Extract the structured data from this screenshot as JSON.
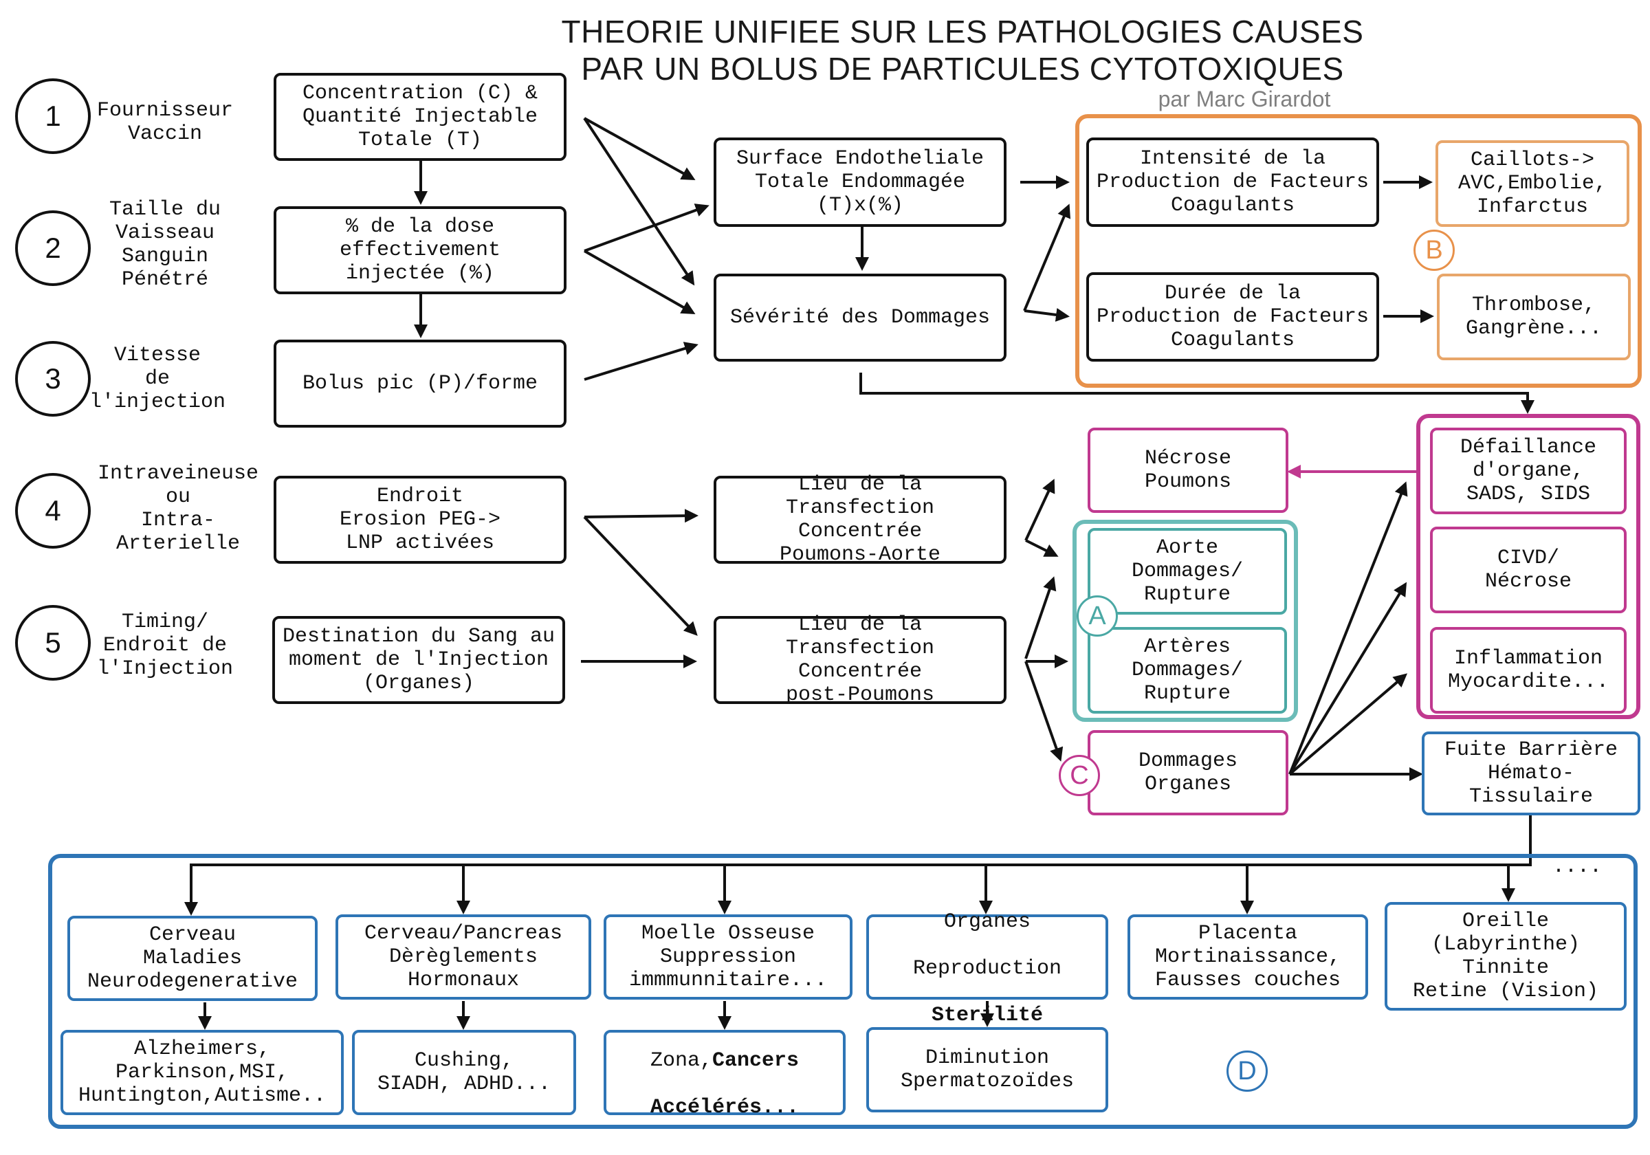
{
  "title": {
    "line1": "THEORIE UNIFIEE SUR LES PATHOLOGIES CAUSES",
    "line2": "PAR UN BOLUS  DE PARTICULES CYTOTOXIQUES",
    "author": "par Marc Girardot"
  },
  "factors": [
    {
      "number": "1",
      "label": "Fournisseur\nVaccin"
    },
    {
      "number": "2",
      "label": "Taille du\nVaisseau\nSanguin\nPénétré"
    },
    {
      "number": "3",
      "label": "Vitesse\nde\nl'injection"
    },
    {
      "number": "4",
      "label": "Intraveineuse\nou\nIntra-\nArterielle"
    },
    {
      "number": "5",
      "label": "Timing/\nEndroit de\nl'Injection"
    }
  ],
  "inputs": {
    "concentration": "Concentration (C) &\nQuantité  Injectable\nTotale (T)",
    "dose_pct": "% de la dose\neffectivement\ninjectée (%)",
    "bolus": "Bolus pic (P)/forme",
    "endroit": "Endroit\nErosion PEG->\nLNP activées",
    "destination": "Destination du Sang au\nmoment de l'Injection\n(Organes)"
  },
  "middle": {
    "surface": "Surface Endotheliale\nTotale Endommagée\n(T)x(%)",
    "severite": "Sévérité des Dommages",
    "lieu_poumons": "Lieu de la Transfection\nConcentrée\nPoumons-Aorte",
    "lieu_post": "Lieu de la Transfection\nConcentrée\npost-Poumons"
  },
  "group_b": {
    "tag": "B",
    "intensite": "Intensité de la\nProduction de Facteurs\nCoagulants",
    "duree": "Durée de la\nProduction de Facteurs\nCoagulants",
    "caillots": "Caillots->\nAVC,Embolie,\nInfarctus",
    "thrombose": "Thrombose,\nGangrène..."
  },
  "group_a": {
    "tag": "A",
    "aorte": "Aorte\nDommages/\nRupture",
    "arteres": "Artères\nDommages/\nRupture"
  },
  "group_c": {
    "tag": "C",
    "necrose_poumons": "Nécrose\nPoumons",
    "dommages_organes": "Dommages\nOrganes"
  },
  "right_column": {
    "defaillance": "Défaillance\nd'organe,\nSADS, SIDS",
    "civd": "CIVD/\nNécrose",
    "inflammation": "Inflammation\nMyocardite...",
    "fuite": "Fuite Barrière\nHémato-\nTissulaire"
  },
  "group_d": {
    "tag": "D",
    "ellipsis": "....",
    "categories": [
      {
        "top": "Cerveau\nMaladies\nNeurodegenerative",
        "bottom": "Alzheimers,\nParkinson,MSI,\nHuntington,Autisme.."
      },
      {
        "top": "Cerveau/Pancreas\nDèrèglements\nHormonaux",
        "bottom": "Cushing,\nSIADH, ADHD..."
      },
      {
        "top": "Moelle Osseuse\nSuppression\nimmmunnitaire...",
        "bottom_normal": "Zona,",
        "bottom_bold_1": "Cancers",
        "bottom_bold_2": "Accélérés..."
      },
      {
        "top_line1": "Organes",
        "top_line2": "Reproduction",
        "top_bold": "Sterilité",
        "bottom": "Diminution\nSpermatozoïdes"
      },
      {
        "top": "Placenta\nMortinaissance,\nFausses couches"
      },
      {
        "top": "Oreille\n(Labyrinthe)\nTinnite\nRetine (Vision)"
      }
    ]
  },
  "colors": {
    "orange": "#e8914a",
    "magenta": "#c0398f",
    "teal": "#6bbcb8",
    "blue": "#2e75b6",
    "ink": "#111111"
  }
}
